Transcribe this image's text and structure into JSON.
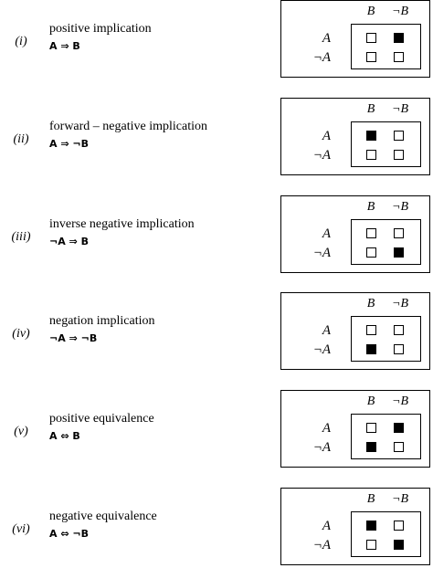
{
  "column_headers": [
    "B",
    "¬B"
  ],
  "row_headers": [
    "A",
    "¬A"
  ],
  "rows": [
    {
      "label": "(i)",
      "title": "positive implication",
      "formula": "A ⇒ B",
      "cells": [
        [
          false,
          true
        ],
        [
          false,
          false
        ]
      ]
    },
    {
      "label": "(ii)",
      "title": "forward – negative implication",
      "formula": "A ⇒ ¬B",
      "cells": [
        [
          true,
          false
        ],
        [
          false,
          false
        ]
      ]
    },
    {
      "label": "(iii)",
      "title": "inverse negative implication",
      "formula": "¬A ⇒ B",
      "cells": [
        [
          false,
          false
        ],
        [
          false,
          true
        ]
      ]
    },
    {
      "label": "(iv)",
      "title": "negation implication",
      "formula": "¬A ⇒ ¬B",
      "cells": [
        [
          false,
          false
        ],
        [
          true,
          false
        ]
      ]
    },
    {
      "label": "(v)",
      "title": "positive equivalence",
      "formula": "A ⇔ B",
      "cells": [
        [
          false,
          true
        ],
        [
          true,
          false
        ]
      ]
    },
    {
      "label": "(vi)",
      "title": "negative equivalence",
      "formula": "A ⇔ ¬B",
      "cells": [
        [
          true,
          false
        ],
        [
          false,
          true
        ]
      ]
    }
  ]
}
